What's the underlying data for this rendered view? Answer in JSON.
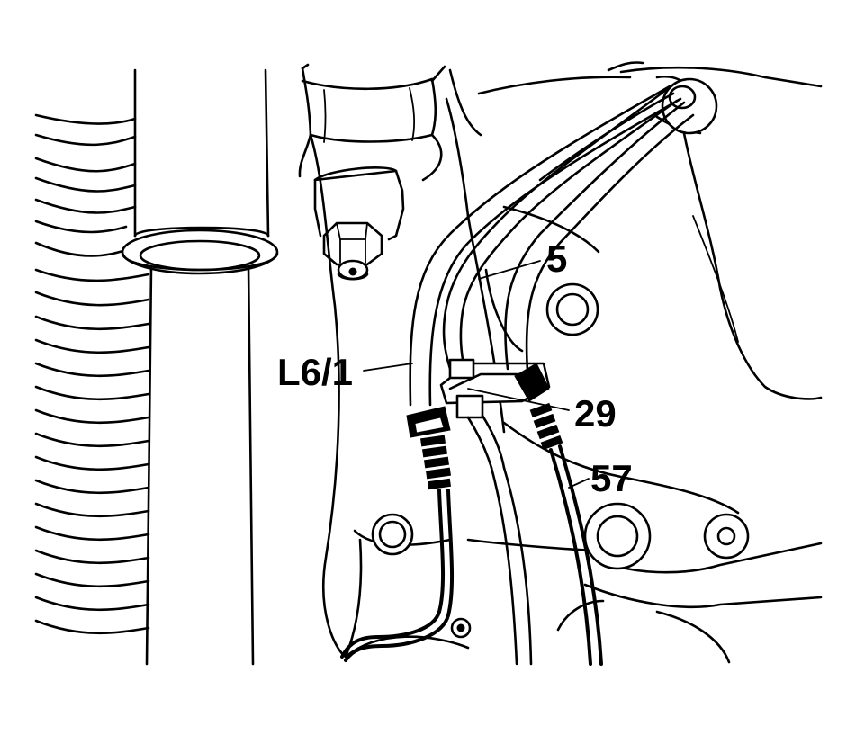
{
  "callouts": {
    "c5": "5",
    "c29": "29",
    "c57": "57",
    "cL61": "L6/1"
  }
}
